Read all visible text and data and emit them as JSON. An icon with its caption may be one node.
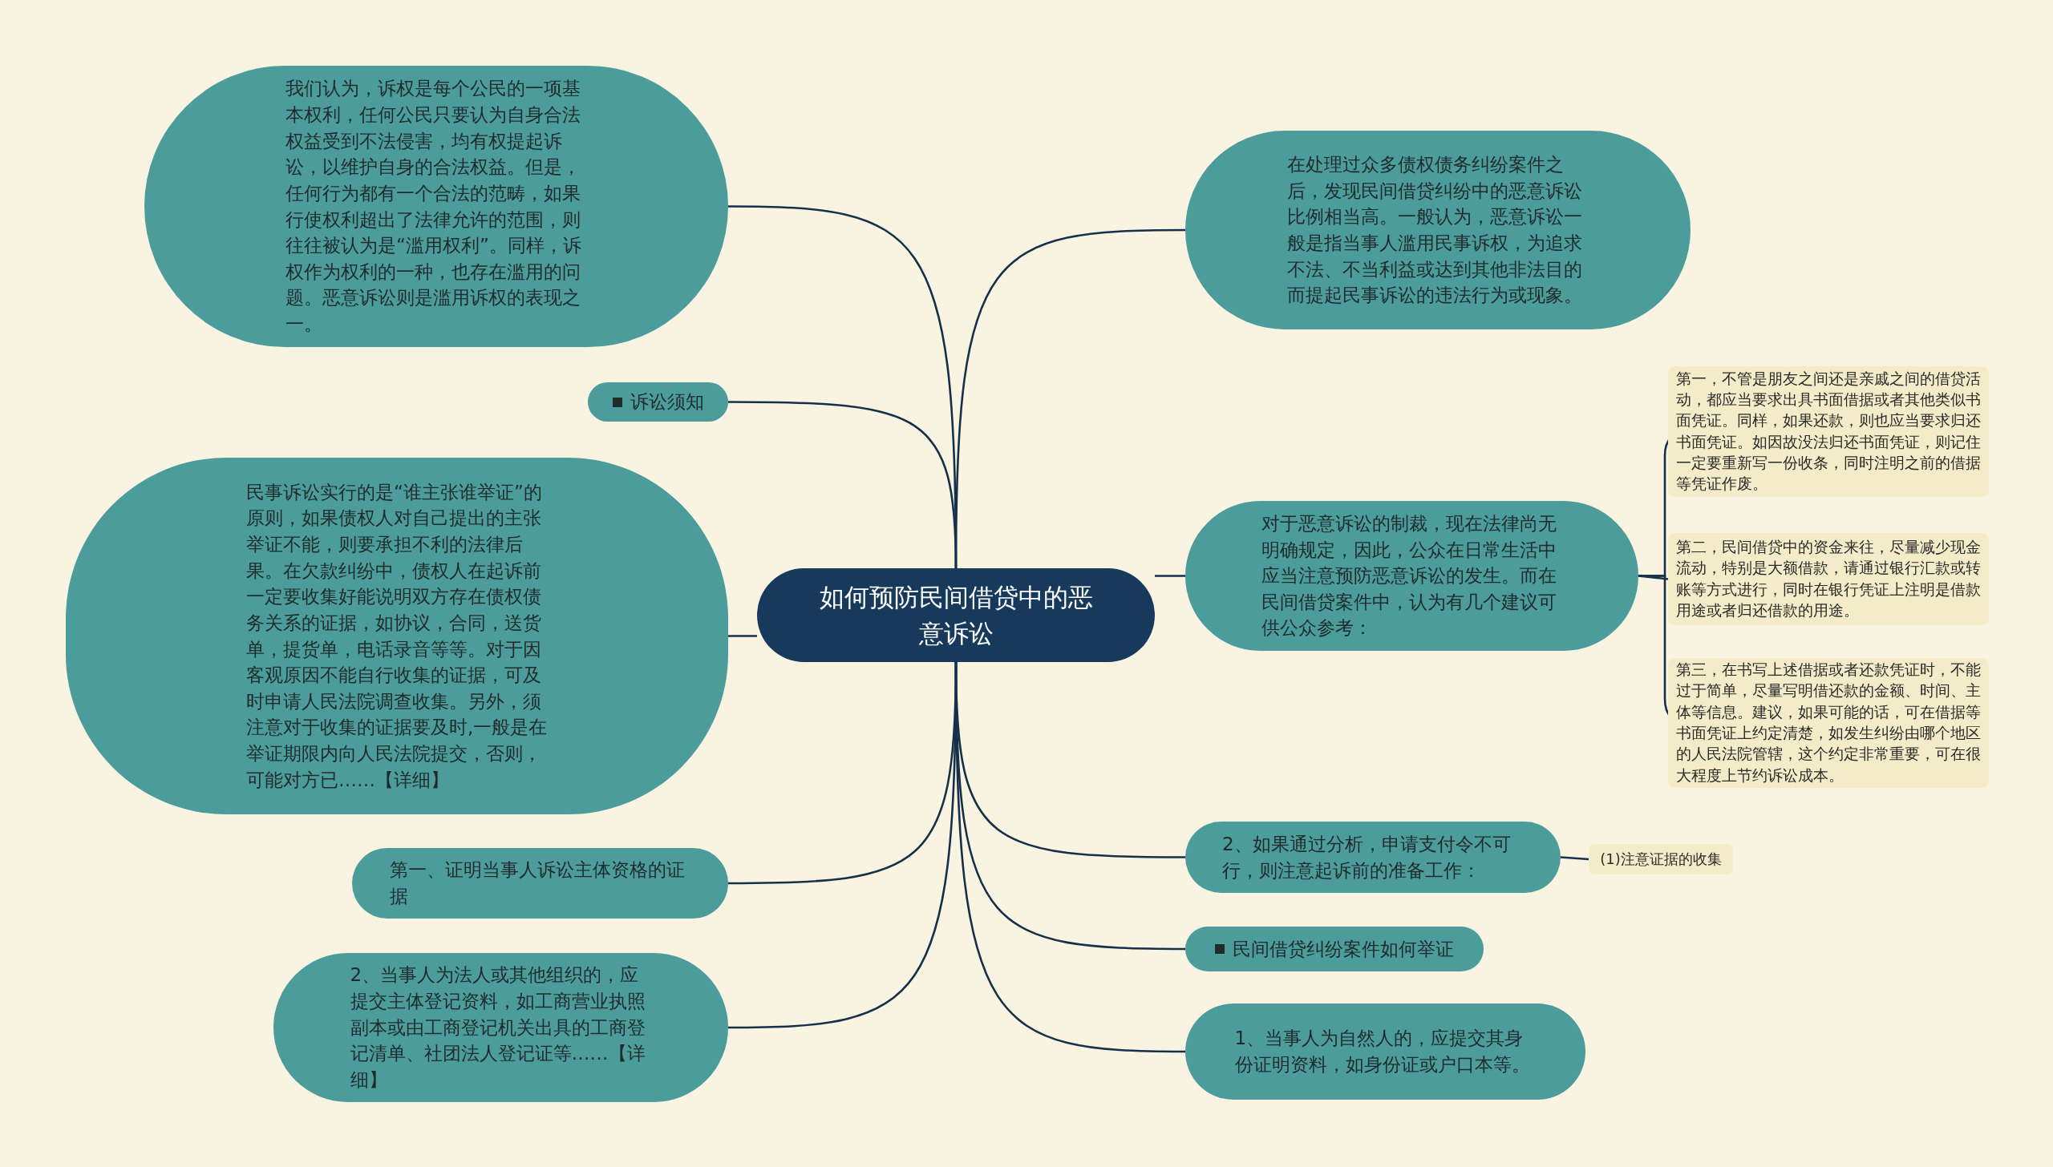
{
  "diagram": {
    "nodes": [
      {
        "text": [
          "如何预防民间借贷中的恶意诉讼"
        ]
      },
      {
        "text": [
          "我们认为，诉权是每个公民的一项基本权利，任何公民只要认为自身合法权益受到不法侵害，均有权提起诉讼，以维护自身的合法权益。但是，任何行为都有一个合法的范畴，如果行使权利超出了法律允许的范围，则往往被认为是“滥用权利”。同样，诉权作为权利的一种，也存在滥用的问题。恶意诉讼则是滥用诉权的表现之一。"
        ]
      },
      {
        "text": [
          "诉讼须知"
        ]
      },
      {
        "text": [
          "民事诉讼实行的是“谁主张谁举证”的原则，如果债权人对自己提出的主张举证不能，则要承担不利的法律后果。在欠款纠纷中，债权人在起诉前一定要收集好能说明双方存在债权债务关系的证据，如协议，合同，送货单，提货单，电话录音等等。对于因客观原因不能自行收集的证据，可及时申请人民法院调查收集。另外，须注意对于收集的证据要及时,一般是在举证期限内向人民法院提交，否则，可能对方已……【详细】"
        ]
      },
      {
        "text": [
          "第一、证明当事人诉讼主体资格的证据"
        ]
      },
      {
        "text": [
          "2、当事人为法人或其他组织的，应提交主体登记资料，如工商营业执照副本或由工商登记机关出具的工商登记清单、社团法人登记证等……【详细】"
        ]
      },
      {
        "text": [
          "在处理过众多债权债务纠纷案件之后，发现民间借贷纠纷中的恶意诉讼比例相当高。一般认为，恶意诉讼一般是指当事人滥用民事诉权，为追求不法、不当利益或达到其他非法目的而提起民事诉讼的违法行为或现象。"
        ]
      },
      {
        "text": [
          "对于恶意诉讼的制裁，现在法律尚无明确规定，因此，公众在日常生活中应当注意预防恶意诉讼的发生。而在民间借贷案件中，认为有几个建议可供公众参考："
        ]
      },
      {
        "text": [
          "第一，不管是朋友之间还是亲戚之间的借贷活动，都应当要求出具书面借据或者其他类似书面凭证。同样，如果还款，则也应当要求归还书面凭证。如因故没法归还书面凭证，则记住一定要重新写一份收条，同时注明之前的借据等凭证作废。"
        ]
      },
      {
        "text": [
          "第二，民间借贷中的资金来往，尽量减少现金流动，特别是大额借款，请通过银行汇款或转账等方式进行，同时在银行凭证上注明是借款用途或者归还借款的用途。"
        ]
      },
      {
        "text": [
          "第三，在书写上述借据或者还款凭证时，不能过于简单，尽量写明借还款的金额、时间、主体等信息。建议，如果可能的话，可在借据等书面凭证上约定清楚，如发生纠纷由哪个地区的人民法院管辖，这个约定非常重要，可在很大程度上节约诉讼成本。"
        ]
      },
      {
        "text": [
          "2、如果通过分析，申请支付令不可行，则注意起诉前的准备工作："
        ]
      },
      {
        "text": [
          "(1)注意证据的收集"
        ]
      },
      {
        "text": [
          "民间借贷纠纷案件如何举证"
        ]
      },
      {
        "text": [
          "1、当事人为自然人的，应提交其身份证明资料，如身份证或户口本等。"
        ]
      }
    ],
    "edges": [
      {
        "from": 0,
        "to": 1,
        "arrow": "none"
      },
      {
        "from": 0,
        "to": 2,
        "arrow": "none"
      },
      {
        "from": 0,
        "to": 3,
        "arrow": "none"
      },
      {
        "from": 0,
        "to": 4,
        "arrow": "none"
      },
      {
        "from": 0,
        "to": 5,
        "arrow": "none"
      },
      {
        "from": 0,
        "to": 6,
        "arrow": "none"
      },
      {
        "from": 0,
        "to": 7,
        "arrow": "none"
      },
      {
        "from": 7,
        "to": 8,
        "arrow": "none"
      },
      {
        "from": 7,
        "to": 9,
        "arrow": "none"
      },
      {
        "from": 7,
        "to": 10,
        "arrow": "none"
      },
      {
        "from": 0,
        "to": 11,
        "arrow": "none"
      },
      {
        "from": 11,
        "to": 12,
        "arrow": "none"
      },
      {
        "from": 0,
        "to": 13,
        "arrow": "none"
      },
      {
        "from": 0,
        "to": 14,
        "arrow": "none"
      }
    ]
  }
}
